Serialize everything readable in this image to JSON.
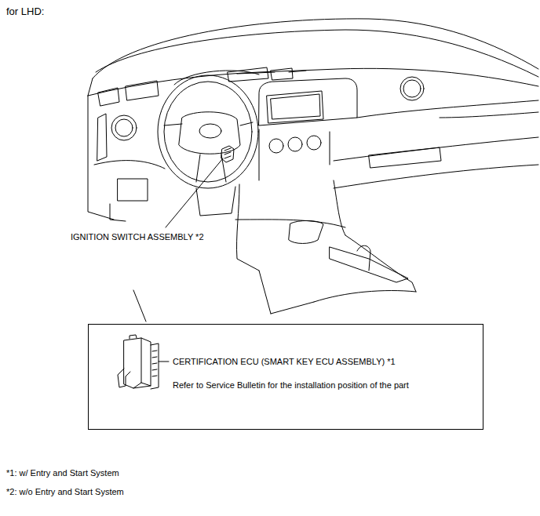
{
  "diagram": {
    "title": "for LHD:",
    "nodes": [
      {
        "text": [
          "CERTIFICATION ECU (SMART KEY ECU ASSEMBLY) *1",
          "Refer to Service Bulletin for the installation position of the part"
        ]
      }
    ],
    "labels": [
      "IGNITION SWITCH ASSEMBLY *2",
      "*1: w/ Entry and Start System",
      "*2: w/o Entry and Start System"
    ]
  }
}
